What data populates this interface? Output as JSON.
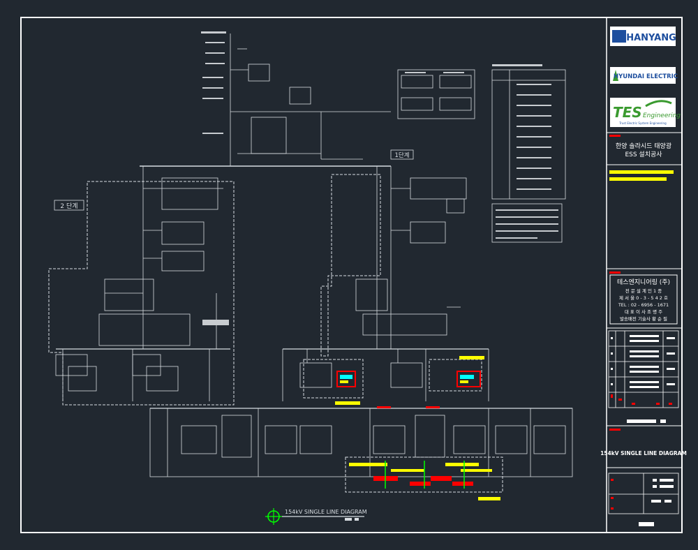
{
  "title_block": {
    "logo_hanyang": "HANYANG",
    "logo_hyundai": "HYUNDAI ELECTRIC",
    "logo_tes": "TES",
    "logo_tes_sub": "Engineering",
    "logo_tes_tagline": "Trust Electric System Engineering",
    "project_line1": "한양 솔라시드 태양광",
    "project_line2": "ESS 설치공사",
    "company_name": "테스엔지니어링 (주)",
    "company_lines": [
      "전 문 설 계 인 1 종",
      "제 서 울 0 - 3 - 5 4 2 호",
      "TEL : 02 - 6956 - 1671",
      "대 표 이 사   조 명 주",
      "발송배전 기술사   황 순 필"
    ],
    "drawing_title": "154kV SINGLE LINE DIAGRAM"
  },
  "diagram": {
    "stage2_label": "2 단계",
    "stage1_label": "1단계",
    "drawing_label": "154kV SINGLE LINE DIAGRAM"
  },
  "colors": {
    "background": "#212830",
    "line": "#ffffff",
    "highlight_yellow": "#ffff00",
    "highlight_red": "#ff0000",
    "highlight_green": "#00ff00",
    "highlight_cyan": "#00ffff",
    "logo_blue": "#1d4e9e",
    "logo_green": "#3a9a2f"
  }
}
